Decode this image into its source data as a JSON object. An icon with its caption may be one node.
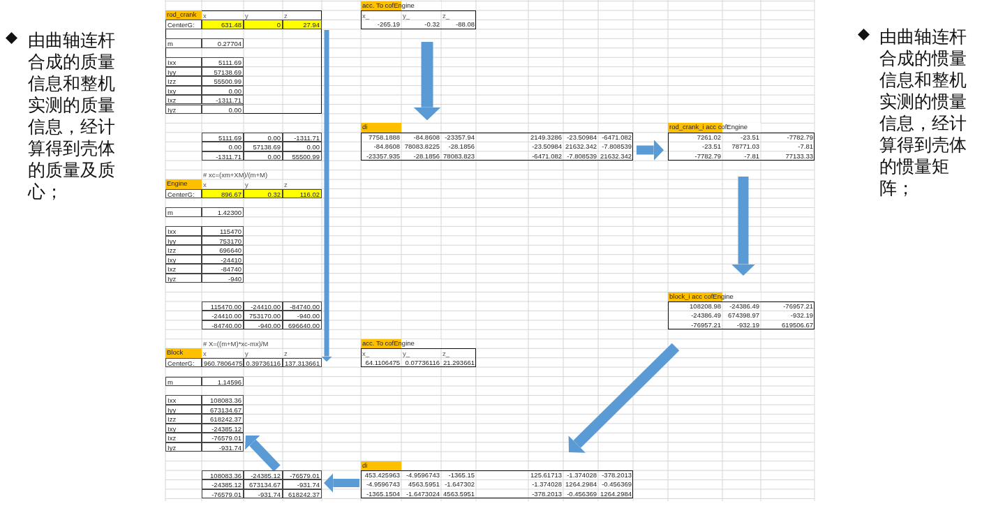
{
  "diagram": {
    "nodes": [
      {
        "text": [
          "rod_crank",
          "x",
          "y",
          "z",
          "CenterG:",
          "631.48",
          "0",
          "27.94"
        ]
      },
      {
        "text": [
          "m",
          "0.27704"
        ],
        "in": 0
      },
      {
        "text": [
          "Ixx",
          "5111.69",
          "Iyy",
          "57138.69",
          "Izz",
          "55500.99",
          "Ixy",
          "0.00",
          "Ixz",
          "-1311.71",
          "Iyz",
          "0.00"
        ],
        "in": 0
      },
      {
        "text": [
          "5111.69",
          "0.00",
          "-1311.71",
          "0.00",
          "57138.69",
          "0.00",
          "-1311.71",
          "0.00",
          "55500.99"
        ]
      },
      {
        "text": [
          "Engine",
          "x",
          "y",
          "z",
          "CenterG:",
          "896.67",
          "0.32",
          "116.02"
        ]
      },
      {
        "text": [
          "m",
          "1.42300"
        ]
      },
      {
        "text": [
          "Ixx",
          "115470",
          "Iyy",
          "753170",
          "Izz",
          "696640",
          "Ixy",
          "-24410",
          "Ixz",
          "-84740",
          "Iyz",
          "-940"
        ]
      },
      {
        "text": [
          "115470.00",
          "-24410.00",
          "-84740.00",
          "-24410.00",
          "753170.00",
          "-940.00",
          "-84740.00",
          "-940.00",
          "696640.00"
        ]
      },
      {
        "text": [
          "Block",
          "x",
          "y",
          "z",
          "CenterG:",
          "960.7806475",
          "0.39736116",
          "137.313661"
        ]
      },
      {
        "text": [
          "m",
          "1.14596"
        ]
      },
      {
        "text": [
          "Ixx",
          "108083.36",
          "Iyy",
          "673134.67",
          "Izz",
          "618242.37",
          "Ixy",
          "-24385.12",
          "Ixz",
          "-76579.01",
          "Iyz",
          "-931.74"
        ]
      },
      {
        "text": [
          "108083.36",
          "-24385.12",
          "-76579.01",
          "-24385.12",
          "673134.67",
          "-931.74",
          "-76579.01",
          "-931.74",
          "618242.37"
        ]
      },
      {
        "text": [
          "acc. To cofEngine",
          "x_",
          "y_",
          "z_",
          "-265.19",
          "-0.32",
          "-88.08"
        ]
      },
      {
        "text": [
          "di",
          "7758.1888",
          "-84.8608",
          "-23357.94",
          "2149.3286",
          "-23.50984",
          "-6471.082",
          "-84.8608",
          "78083.8225",
          "-28.1856",
          "-23.50984",
          "21632.342",
          "-7.808539",
          "-23357.935",
          "-28.1856",
          "78083.823",
          "-6471.082",
          "-7.808539",
          "21632.342"
        ]
      },
      {
        "text": [
          "rod_crank_i acc cofEngine",
          "7261.02",
          "-23.51",
          "-7782.79",
          "-23.51",
          "78771.03",
          "-7.81",
          "-7782.79",
          "-7.81",
          "77133.33"
        ]
      },
      {
        "text": [
          "block_i acc cofEngine",
          "108208.98",
          "-24386.49",
          "-76957.21",
          "-24386.49",
          "674398.97",
          "-932.19",
          "-76957.21",
          "-932.19",
          "619506.67"
        ]
      },
      {
        "text": [
          "acc. To cofEngine",
          "x_",
          "y_",
          "z_",
          "64.1106475",
          "0.07736116",
          "21.293661"
        ]
      },
      {
        "text": [
          "di",
          "453.425963",
          "-4.9596743",
          "-1365.15",
          "125.61713",
          "-1.374028",
          "-378.2013",
          "-4.9596743",
          "4563.5951",
          "-1.647302",
          "-1.374028",
          "1264.2984",
          "-0.456369",
          "-1365.1504",
          "-1.6473024",
          "4563.5951",
          "-378.2013",
          "-0.456369",
          "1264.2984"
        ]
      }
    ],
    "edges": [
      {
        "from": 0,
        "to": 8,
        "arrow": "to"
      },
      {
        "from": 12,
        "to": 13,
        "arrow": "to"
      },
      {
        "from": 13,
        "to": 14,
        "arrow": "to"
      },
      {
        "from": 14,
        "to": 15,
        "arrow": "to"
      },
      {
        "from": 15,
        "to": 17,
        "arrow": "to"
      },
      {
        "from": 17,
        "to": 11,
        "arrow": "to"
      },
      {
        "from": 11,
        "to": 10,
        "arrow": "to"
      }
    ],
    "labels": [
      "由曲轴连杆合成的质量信息和整机实测的质量信息，经计算得到壳体的质量及质心；",
      "由曲轴连杆合成的惯量信息和整机实测的惯量信息，经计算得到壳体的惯量矩阵；",
      "# xc=(xm+XM)/(m+M)",
      "# X=((m+M)*xc-mx)/M"
    ]
  }
}
